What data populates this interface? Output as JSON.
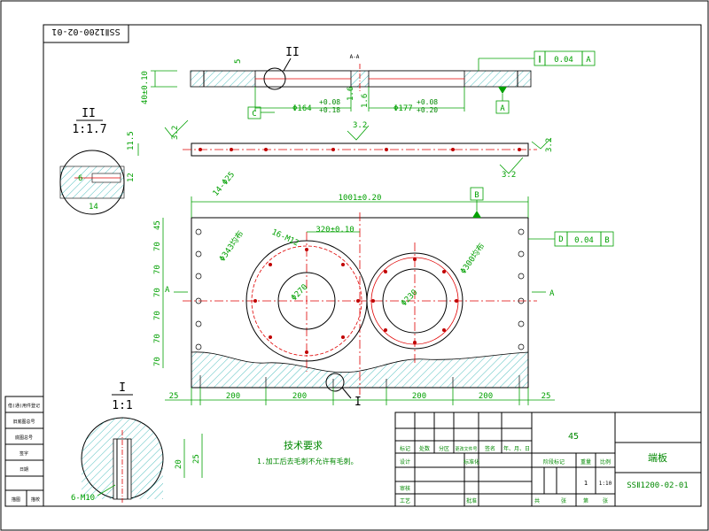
{
  "drawing_number_rotated": "SSⅡ1200-02-01",
  "section_mark_top": "A-A",
  "detail_callout_ii": "II",
  "detail_callout_i": "I",
  "detail_ii": {
    "label": "II",
    "scale": "1:1.7",
    "dim_h": "14",
    "dim_v": "12",
    "dim_s": "6"
  },
  "detail_i": {
    "label": "I",
    "scale": "1:1",
    "dim_a": "20",
    "dim_b": "25",
    "thread": "6-M10"
  },
  "top_view": {
    "dim_thickness": "40±0.10",
    "dim_small": "5",
    "dim_left_bore": "Φ164",
    "tol_left": [
      "+0.08",
      "+0.18"
    ],
    "dim_right_bore": "Φ177",
    "tol_right": [
      "+0.08",
      "+0.20"
    ],
    "dim_step1": "1.6",
    "dim_step2": "1.6",
    "datum_c": "C",
    "datum_a": "A",
    "parallel_tol": "0.04",
    "parallel_ref": "A"
  },
  "side_view": {
    "rough_left": "3.2",
    "rough_top": "3.2",
    "rough_right": "3.2",
    "rough_bottom": "3.2",
    "dim_height": "11.5"
  },
  "front_view": {
    "overall_width": "1001±0.20",
    "center_distance": "320±0.10",
    "left_bolt_circle": "Φ343均布",
    "left_thread": "16-M12",
    "left_bore": "Φ270",
    "right_bolt_circle": "Φ300均布",
    "right_bore": "Φ230",
    "corner_holes": "14-Φ25",
    "datum_b": "B",
    "section_a_left": "A",
    "section_a_right": "A",
    "perp_tol": "0.04",
    "perp_ref": "B",
    "perp_sym": "D",
    "left_dims": [
      "45",
      "70",
      "70",
      "70",
      "70",
      "70",
      "70"
    ],
    "bottom_dims": [
      "25",
      "200",
      "200",
      "200",
      "200",
      "25"
    ]
  },
  "notes": {
    "title": "技术要求",
    "line1": "1.加工后去毛刺不允许有毛刺。"
  },
  "title_block": {
    "material": "45",
    "part_name": "端板",
    "drawing_no": "SSⅡ1200-02-01",
    "scale": "1:10",
    "sheets": "1",
    "headers_row1": [
      "标记",
      "处数",
      "分区",
      "更改文件号",
      "签名",
      "年、月、日"
    ],
    "label_design": "设计",
    "label_std": "标准化",
    "label_check": "审核",
    "label_process": "工艺",
    "label_approve": "批准",
    "label_stage": "阶段标记",
    "label_weight": "重量",
    "label_ratio": "比例",
    "label_total": "共",
    "label_sheet": "张",
    "label_no": "第"
  },
  "side_stamp": [
    "借(通)用件登记",
    "旧底图总号",
    "底图总号",
    "签字",
    "日期",
    "描图",
    "描校"
  ]
}
